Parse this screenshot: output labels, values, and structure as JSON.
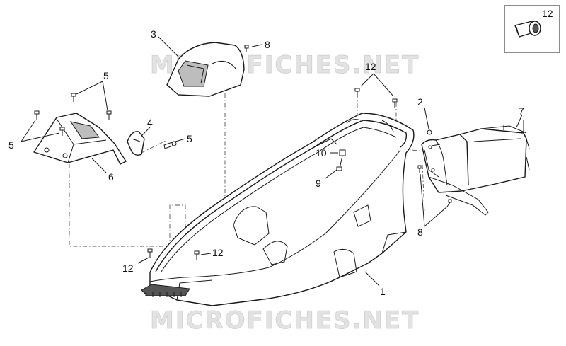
{
  "watermark": "MICROFICHES.NET",
  "callouts": {
    "c1": "1",
    "c2": "2",
    "c3": "3",
    "c4": "4",
    "c5a": "5",
    "c5b": "5",
    "c5c": "5",
    "c6": "6",
    "c7": "7",
    "c8a": "8",
    "c8b": "8",
    "c9": "9",
    "c10": "10",
    "c12a": "12",
    "c12b": "12",
    "c12c": "12",
    "c12d": "12"
  }
}
